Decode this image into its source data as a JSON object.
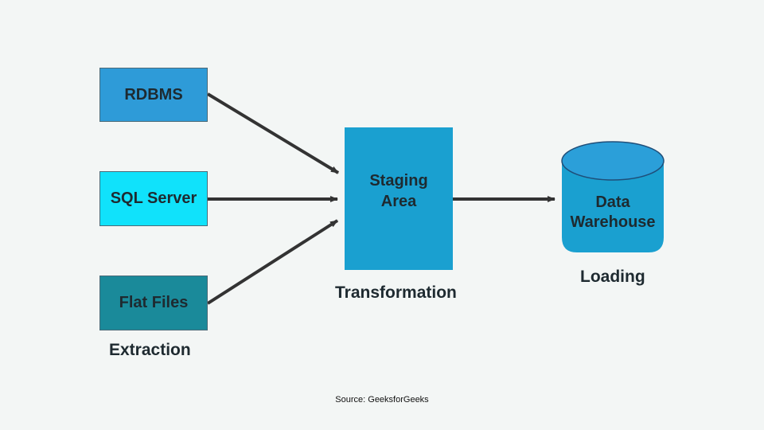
{
  "sources": {
    "rdbms": "RDBMS",
    "sql_server": "SQL Server",
    "flat_files": "Flat Files"
  },
  "staging": {
    "line1": "Staging",
    "line2": "Area"
  },
  "warehouse": {
    "line1": "Data",
    "line2": "Warehouse"
  },
  "stages": {
    "extraction": "Extraction",
    "transformation": "Transformation",
    "loading": "Loading"
  },
  "source_credit": "Source: GeeksforGeeks",
  "colors": {
    "background": "#f3f6f5",
    "rdbms": "#2e9bd8",
    "sql_server": "#10e2fb",
    "flat_files": "#1a8a9a",
    "staging": "#1aa0d0",
    "warehouse_body": "#1aa0d0",
    "warehouse_top": "#2b9fd9",
    "arrow": "#333333"
  }
}
